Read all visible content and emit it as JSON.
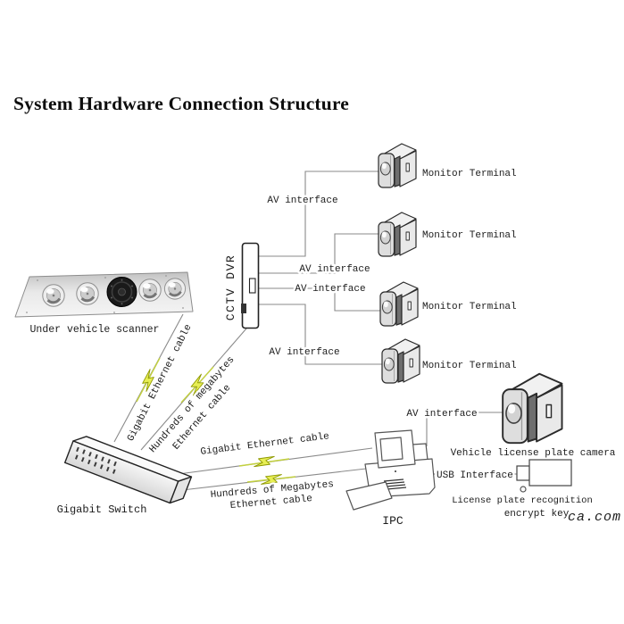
{
  "title": "System Hardware Connection Structure",
  "devices": {
    "scanner": {
      "label": "Under vehicle scanner"
    },
    "dvr": {
      "label": "CCTV DVR"
    },
    "switch": {
      "label": "Gigabit Switch"
    },
    "ipc": {
      "label": "IPC"
    },
    "camera": {
      "label": "Vehicle license plate camera"
    },
    "dongle": {
      "label_line1": "License plate recognition",
      "label_line2": "encrypt key"
    }
  },
  "monitors": [
    {
      "label": "Monitor Terminal"
    },
    {
      "label": "Monitor Terminal"
    },
    {
      "label": "Monitor Terminal"
    },
    {
      "label": "Monitor Terminal"
    }
  ],
  "av_interface_labels": [
    "AV interface",
    "AV interface",
    "AV interface",
    "AV interface",
    "AV interface"
  ],
  "usb_interface_label": "USB Interface",
  "cables": {
    "scanner_to_switch": "Gigabit Ethernet cable",
    "dvr_to_switch_line1": "Hundreds of megabytes",
    "dvr_to_switch_line2": "Ethernet cable",
    "switch_to_ipc_gigabit": "Gigabit Ethernet cable",
    "switch_to_ipc_line1": "Hundreds of Megabytes",
    "switch_to_ipc_line2": "Ethernet cable"
  },
  "watermark": "ca.com",
  "colors": {
    "line": "#8a8a8a",
    "outline": "#2a2a2a",
    "bolt_fill": "#e7ee54",
    "bolt_stroke": "#8f9900",
    "cable_highlight": "#c3d13f",
    "device_fill": "#e6e6e6",
    "watermark": "#c9c9c9"
  }
}
